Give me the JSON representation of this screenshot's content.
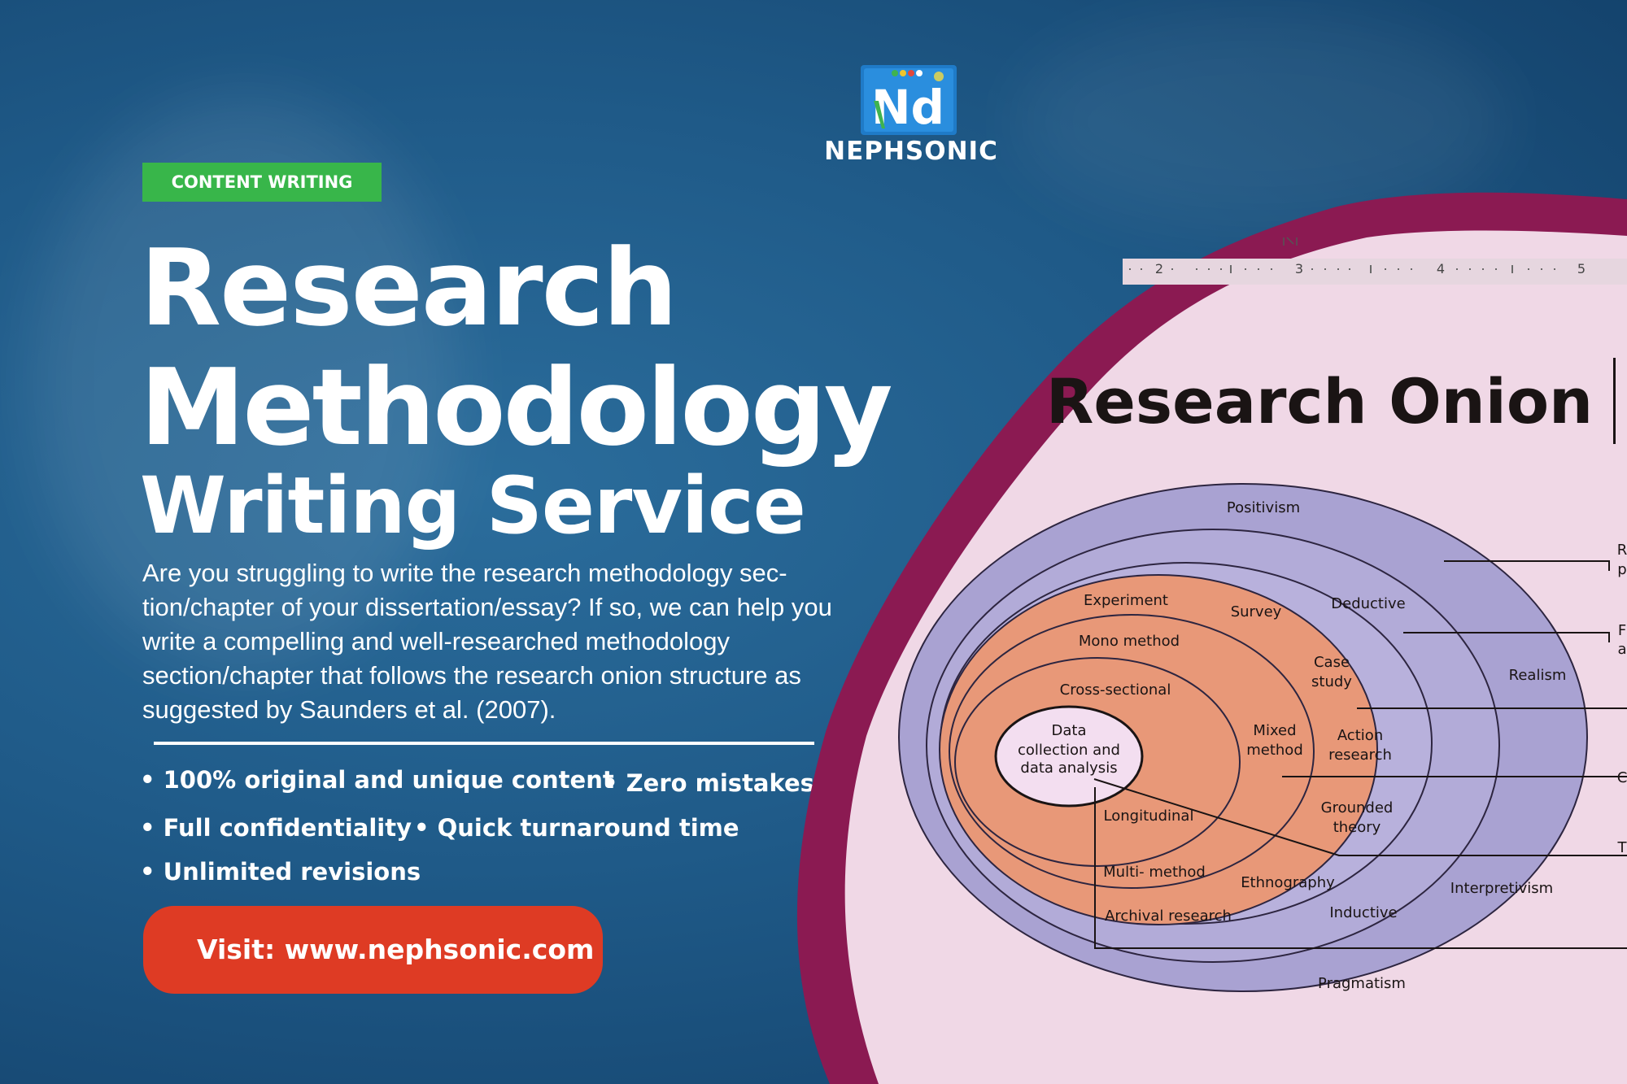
{
  "brand": {
    "name": "NEPHSONIC",
    "logo_letters": "Nd"
  },
  "badge": "CONTENT WRITING",
  "title": {
    "line1": "Research",
    "line2": "Methodology",
    "line3": "Writing Service"
  },
  "description": "Are you struggling to write the research methodology sec-tion/chapter of your dissertation/essay? If so, we can help you write a compelling and well-researched methodology section/chapter that follows the research onion structure as suggested by Saunders et al. (2007).",
  "features": [
    "• 100% original and unique content",
    "• Zero mistakes",
    "• Full confidentiality",
    "• Quick turnaround time",
    "• Unlimited revisions"
  ],
  "cta": "Visit: www.nephsonic.com",
  "diagram": {
    "heading": "Research Onion",
    "ruler_numbers": [
      "2",
      "3",
      "4",
      "5"
    ],
    "labels": {
      "positivism": "Positivism",
      "deductive": "Deductive",
      "realism": "Realism",
      "experiment": "Experiment",
      "survey": "Survey",
      "mono_method": "Mono method",
      "case_study_1": "Case",
      "case_study_2": "study",
      "cross_sectional": "Cross-sectional",
      "mixed_1": "Mixed",
      "mixed_2": "method",
      "action_1": "Action",
      "action_2": "research",
      "data_1": "Data",
      "data_2": "collection and",
      "data_3": "data analysis",
      "grounded_1": "Grounded",
      "grounded_2": "theory",
      "longitudinal": "Longitudinal",
      "multi_method": "Multi- method",
      "ethnography": "Ethnography",
      "interpretivism": "Interpretivism",
      "archival": "Archival research",
      "inductive": "Inductive",
      "pragmatism": "Pragmatism"
    },
    "cut_letters": [
      "R",
      "p",
      "F",
      "a",
      "C",
      "T"
    ]
  },
  "colors": {
    "bg_blue": "#1f5a88",
    "badge_green": "#38b64a",
    "cta_red": "#de3b24",
    "frame_maroon": "#8b1a52",
    "panel_pink": "#f0d8e6",
    "onion_purple": "#a9a2d2",
    "onion_orange": "#e89878",
    "onion_core": "#f3def0"
  }
}
